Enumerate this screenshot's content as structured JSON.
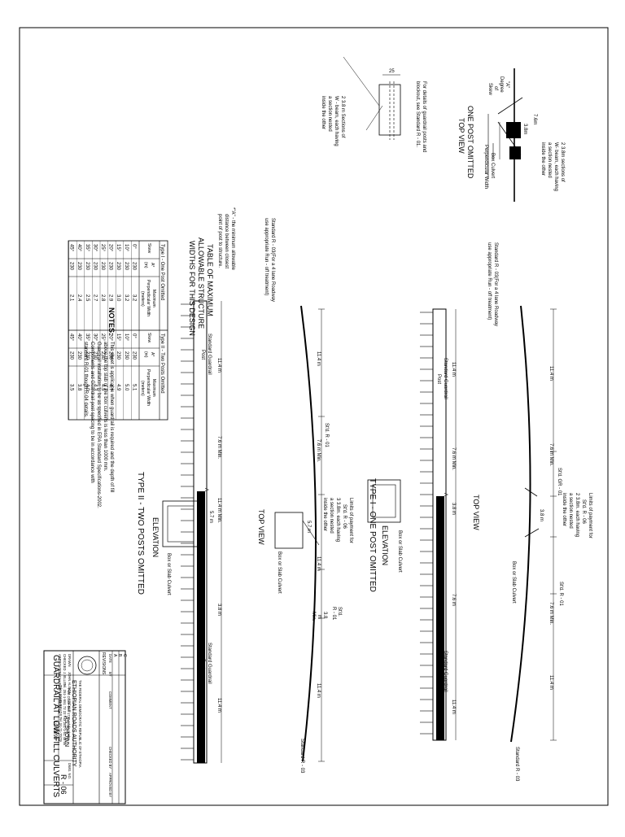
{
  "table": {
    "title": [
      "TABLE OF MAXIMUM",
      "ALLOWABLE STRUCTURE",
      "WIDTHS FOR THIS DESIGN"
    ],
    "type1_heading": "Type I - One Post Omitted",
    "type2_heading": "Type II - Two Posts Omitted",
    "col_skew": "Skew",
    "col_a": "A*",
    "col_a_unit": "(m)",
    "col_width": [
      "Maximum",
      "Perpendicular Width",
      "(meters)"
    ],
    "type1_rows": [
      [
        "0°",
        "230",
        "3.2"
      ],
      [
        "10°",
        "230",
        "3.2"
      ],
      [
        "15°",
        "230",
        "3.0"
      ],
      [
        "20°",
        "230",
        "2.9"
      ],
      [
        "25°",
        "230",
        "2.8"
      ],
      [
        "30°",
        "230",
        "2.7"
      ],
      [
        "35°",
        "230",
        "2.5"
      ],
      [
        "40°",
        "230",
        "2.4"
      ],
      [
        "45°",
        "230",
        "2.1"
      ]
    ],
    "type2_rows": [
      [
        "0°",
        "230",
        "5.1"
      ],
      [
        "10°",
        "230",
        "5.0"
      ],
      [
        "15°",
        "230",
        "4.9"
      ],
      [
        "20°",
        "230",
        "4.7"
      ],
      [
        "25°",
        "230",
        "4.5"
      ],
      [
        "30°",
        "230",
        "4.3"
      ],
      [
        "35°",
        "230",
        "4.0"
      ],
      [
        "40°",
        "230",
        "3.8"
      ],
      [
        "45°",
        "230",
        "3.5"
      ]
    ],
    "footnote": [
      "*\"A\" - the minimum allowable",
      "distance between closest",
      "point of post to structure."
    ]
  },
  "details": {
    "dim_25": "25",
    "note_details": [
      "For details of guardrail posts and",
      "blockout, see Standard R - 01."
    ],
    "note_sections": [
      "2 3.8 m Sections of",
      "W - beam, each having",
      "a section nested",
      "inside the other"
    ]
  },
  "one_post": {
    "title": [
      "ONE POST OMITTED",
      "TOP VIEW"
    ],
    "note_top": [
      "2 3.8m sections of",
      "W- beam, each having",
      "a section nested",
      "inside the other"
    ],
    "dim_76": "7.6m",
    "dim_38": "3.8m",
    "degree_of_skew": [
      "Degree",
      "of",
      "Skew"
    ],
    "label_a": "\"A\"",
    "perp_width": "Perpendicular Width",
    "box_culvert": "Box Culvert"
  },
  "type1": {
    "std_r03_note": [
      "Standard R - 03(For a 4 lane Roadway",
      "use appropriate Run - off treatment)"
    ],
    "dim_114": "11.4 m",
    "std_gr_01": "St'd. GR - 01",
    "dim_76_min": "7.6 m Min.",
    "limits": [
      "Limits of payment for",
      "St'd. R - 06",
      "2 3.8m. each having",
      "a section nested",
      "inside the other"
    ],
    "dim_38": "3.8 m",
    "dim_76_min_b": "7.6 m Min.",
    "std_r01": "St'd. R - 01",
    "dim_114_b": "11.4 m",
    "std_r03": "Standard R - 03",
    "top_view": "TOP VIEW",
    "box_or_slab": "Box or Slab Culvert",
    "std_post": [
      "Standard Guardrail",
      "Post"
    ],
    "elev_dim_114": "11.4 m",
    "elev_dim_76": "7.6 m Min.",
    "elev_dim_38": "3.8 m",
    "elev_dim_76_b": "7.6 m",
    "elev_dim_114_b": "11.4 m",
    "label_a": "A",
    "elevation": "ELEVATION",
    "caption": "TYPE I - ONE POST OMITTED"
  },
  "type2": {
    "std_r03_note": [
      "Standard R - 03(For a 4 lane Roadway",
      "use appropriate Run - off treatment)"
    ],
    "dim_114": "11.4 m",
    "std_r01": "St'd. R - 01",
    "dim_76_min": "7.6 m Min.",
    "limits": [
      "Limits of payment for",
      "St'd. R - 06",
      "3 3.8m. each having",
      "a section nested",
      "inside the other"
    ],
    "dim_57": "5.7 m",
    "dim_114_min": "11.4 m",
    "dim_38_min": [
      "3.8",
      "m",
      "Min."
    ],
    "std_r01_b": [
      "St'd.",
      "R - 01"
    ],
    "dim_114_b": "11.4 m",
    "std_r03": "Standard R - 03",
    "top_view": "TOP VIEW",
    "box_or_slab": "Box or Slab Culvert",
    "std_post": [
      "Standard Guardrail",
      "Post"
    ],
    "elev_dim_114": "11.4 m",
    "elev_dim_76": "7.6 m Min.",
    "elev_dim_114_min": "11.4 m Min.",
    "elev_dim_57": "5.7 m",
    "elev_dim_38": "3.8 m",
    "elev_dim_114_b": "11.4 m",
    "label_a": "A",
    "elevation": "ELEVATION",
    "caption": "TYPE II - TWO POSTS OMITTED"
  },
  "notes": {
    "heading": "NOTES:",
    "lines": [
      "This sheet is applicable when guardrail is required and the depth of fill",
      "above the top slab of the box culverts is less than 1000 mm.",
      "Guardrail installation to be as specified in ERA Standard Specifications-2002.",
      "Components and Guardrail post spacing to be in accordance with",
      "standard R-01 though R-04 details."
    ]
  },
  "title_block": {
    "revisions": "REVISIONS",
    "rev_letters": [
      "C",
      "B",
      "A"
    ],
    "rev_headers": [
      "DATE",
      "BY",
      "COMMENT",
      "CHECKED BY",
      "APPROVED BY"
    ],
    "org_lines": [
      "THE FEDERAL DEMOCRATIC REPUBLIC OF ETHIOPIA",
      "ETHIOPIAN ROADS AUTHORITY",
      "Post Office Box 1770 Addis Ababa",
      "Tel. 251-1-551 72 22  Fax 251-1-51 48 66",
      "Telex 21180 ROADS  Tel. 51-71-70/79"
    ],
    "scale_label": "SCALE",
    "scale": "AS SHOWN",
    "date": "10/03/99",
    "dwg_label": "DWG. NO.",
    "drawing_no": "R - 06",
    "drawn_label": "DRAWN",
    "drawn_by": "JOHN ALISON",
    "checked_label": "CHECKED",
    "checked_by": "J. ELLIS",
    "approved_label": "APPROVED",
    "approved_by": "MICHAEL R. HERBERT",
    "sheet_title": "GUARDRAIL AT LOW FILL CULVERTS"
  }
}
